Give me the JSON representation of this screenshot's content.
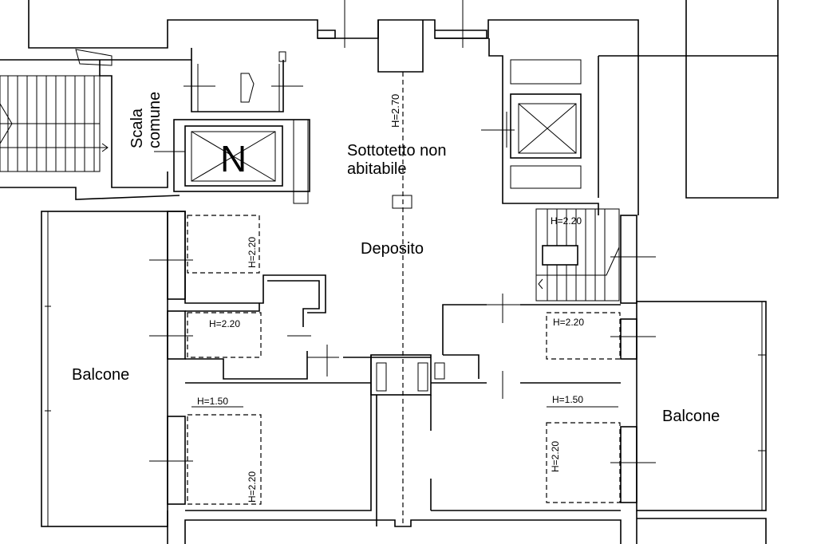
{
  "labels": {
    "scala_comune_1": "Scala",
    "scala_comune_2": "comune",
    "north": "N",
    "sottotetto_1": "Sottotetto non",
    "sottotetto_2": "abitabile",
    "deposito": "Deposito",
    "balcone_left": "Balcone",
    "balcone_right": "Balcone"
  },
  "heights": {
    "ridge": "H=2.70",
    "top_left_room": "H=2.20",
    "mid_left_room": "H=2.20",
    "bottom_left_room_a": "H=1.50",
    "bottom_left_room_b": "H=2.20",
    "stair_right": "H=2.20",
    "mid_right_room": "H=2.20",
    "bottom_right_room_a": "H=1.50",
    "bottom_right_room_b": "H=2.20"
  }
}
